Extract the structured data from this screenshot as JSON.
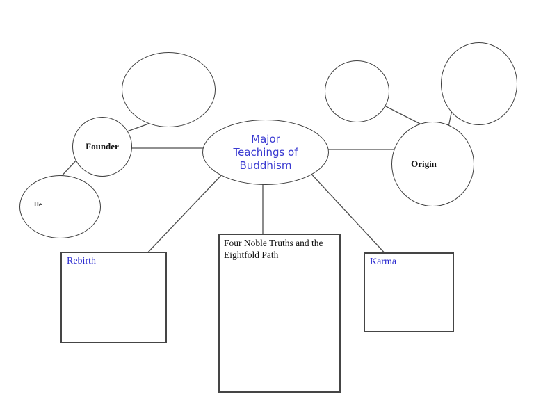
{
  "diagram": {
    "title_node": {
      "label_lines": [
        "Major",
        "Teachings of",
        "Buddhism"
      ]
    },
    "nodes": {
      "founder": {
        "label": "Founder"
      },
      "he": {
        "label": "He"
      },
      "origin": {
        "label": "Origin"
      },
      "rebirth": {
        "label": "Rebirth"
      },
      "four_noble": {
        "line1": "Four Noble Truths and the",
        "line2": "Eightfold Path"
      },
      "karma": {
        "label": "Karma"
      }
    },
    "empty_shapes": [
      "top-left-ellipse",
      "top-right-small-circle",
      "top-right-large-ellipse"
    ],
    "colors": {
      "accent_blue_center": "#3a3ad1",
      "accent_blue_labels": "#2b2bd0",
      "shape_stroke": "#3f3f3f",
      "connector_stroke": "#4d4d4d",
      "background": "#ffffff"
    }
  }
}
